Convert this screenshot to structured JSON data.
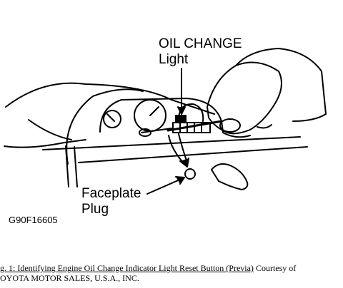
{
  "diagram": {
    "callouts": {
      "oil_change_light_line1": "OIL CHANGE",
      "oil_change_light_line2": "Light",
      "faceplate_plug_line1": "Faceplate",
      "faceplate_plug_line2": "Plug"
    },
    "figure_code": "G90F16605"
  },
  "caption": {
    "title": "g. 1: Identifying Engine Oil Change Indicator Light Reset Button (Previa)",
    "credit_part1": "Courtesy of",
    "credit_part2": "OYOTA MOTOR SALES, U.S.A., INC."
  }
}
